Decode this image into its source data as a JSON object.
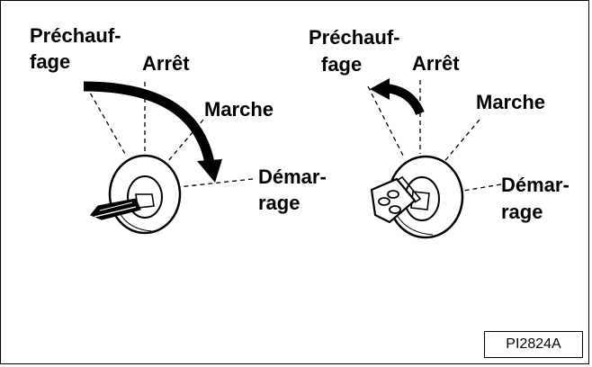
{
  "left_switch": {
    "label_preheat_line1": "Préchauf-",
    "label_preheat_line2": "fage",
    "label_off": "Arrêt",
    "label_on": "Marche",
    "label_start_line1": "Démar-",
    "label_start_line2": "rage"
  },
  "right_switch": {
    "label_preheat_line1": "Préchauf-",
    "label_preheat_line2": "fage",
    "label_off": "Arrêt",
    "label_on": "Marche",
    "label_start_line1": "Démar-",
    "label_start_line2": "rage"
  },
  "figure_id": "PI2824A",
  "colors": {
    "ink": "#000000",
    "paper": "#ffffff"
  }
}
